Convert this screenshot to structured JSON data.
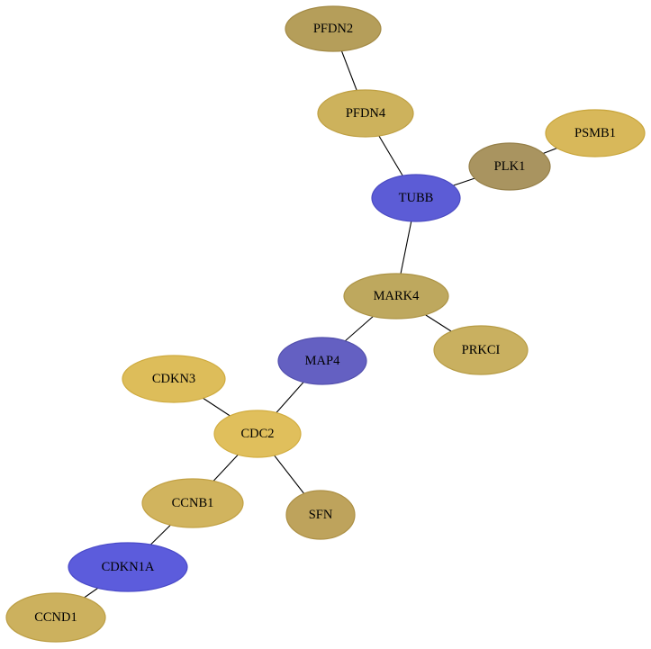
{
  "nodes": [
    {
      "id": "PFDN2",
      "label": "PFDN2",
      "fill": "#b59e5a",
      "stroke": "#a38a45"
    },
    {
      "id": "PFDN4",
      "label": "PFDN4",
      "fill": "#cdb25c",
      "stroke": "#bfa043"
    },
    {
      "id": "PSMB1",
      "label": "PSMB1",
      "fill": "#d8b85a",
      "stroke": "#c9a63c"
    },
    {
      "id": "PLK1",
      "label": "PLK1",
      "fill": "#a99460",
      "stroke": "#957f48"
    },
    {
      "id": "TUBB",
      "label": "TUBB",
      "fill": "#5c5cd6",
      "stroke": "#4a4ac2"
    },
    {
      "id": "MARK4",
      "label": "MARK4",
      "fill": "#bea85e",
      "stroke": "#ad9446"
    },
    {
      "id": "PRKCI",
      "label": "PRKCI",
      "fill": "#c9b060",
      "stroke": "#b79c45"
    },
    {
      "id": "MAP4",
      "label": "MAP4",
      "fill": "#6460c2",
      "stroke": "#5350ad"
    },
    {
      "id": "CDKN3",
      "label": "CDKN3",
      "fill": "#ddbd5a",
      "stroke": "#cfab3f"
    },
    {
      "id": "CDC2",
      "label": "CDC2",
      "fill": "#e0bf5c",
      "stroke": "#d2ad40"
    },
    {
      "id": "CCNB1",
      "label": "CCNB1",
      "fill": "#d1b45e",
      "stroke": "#c2a144"
    },
    {
      "id": "SFN",
      "label": "SFN",
      "fill": "#bea35c",
      "stroke": "#ad9045"
    },
    {
      "id": "CDKN1A",
      "label": "CDKN1A",
      "fill": "#5c5cdc",
      "stroke": "#4a4ac8"
    },
    {
      "id": "CCND1",
      "label": "CCND1",
      "fill": "#ccb15e",
      "stroke": "#bc9e44"
    }
  ],
  "edges": [
    [
      "PFDN2",
      "PFDN4"
    ],
    [
      "PFDN4",
      "TUBB"
    ],
    [
      "PSMB1",
      "PLK1"
    ],
    [
      "PLK1",
      "TUBB"
    ],
    [
      "TUBB",
      "MARK4"
    ],
    [
      "MARK4",
      "PRKCI"
    ],
    [
      "MARK4",
      "MAP4"
    ],
    [
      "MAP4",
      "CDC2"
    ],
    [
      "CDKN3",
      "CDC2"
    ],
    [
      "CDC2",
      "CCNB1"
    ],
    [
      "CDC2",
      "SFN"
    ],
    [
      "CCNB1",
      "CDKN1A"
    ],
    [
      "CDKN1A",
      "CCND1"
    ]
  ]
}
